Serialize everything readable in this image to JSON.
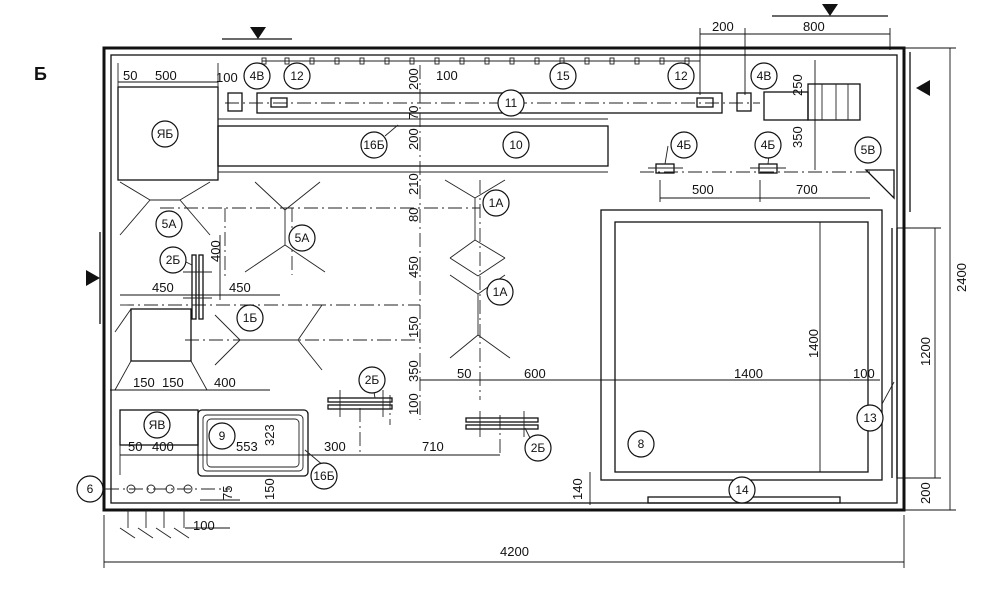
{
  "section_letter": "Б",
  "labels": {
    "yb": "ЯБ",
    "yv": "ЯВ",
    "n12a": "12",
    "n12b": "12",
    "n15": "15",
    "n11": "11",
    "n10": "10",
    "n16b_top": "16Б",
    "n16b_bot": "16Б",
    "n4v_a": "4В",
    "n4v_b": "4В",
    "n4b_a": "4Б",
    "n4b_b": "4Б",
    "n5v": "5В",
    "n5a_a": "5А",
    "n5a_b": "5А",
    "n1a_a": "1А",
    "n1a_b": "1А",
    "n1b": "1Б",
    "n2b_a": "2Б",
    "n2b_b": "2Б",
    "n2b_c": "2Б",
    "n9": "9",
    "n8": "8",
    "n13": "13",
    "n14": "14",
    "n6": "6"
  },
  "dims": {
    "d200_top": "200",
    "d800_top": "800",
    "d50_a": "50",
    "d500_a": "500",
    "d100_a": "100",
    "d200_v": "200",
    "d100_b": "100",
    "d70": "70",
    "d200_v2": "200",
    "d210": "210",
    "d80": "80",
    "d450_v": "450",
    "d150_v": "150",
    "d350_v": "350",
    "d100_v": "100",
    "d400_v": "400",
    "d450_l": "450",
    "d450_r": "450",
    "d150_a": "150",
    "d150_b": "150",
    "d400_b": "400",
    "d50_b": "50",
    "d400_c": "400",
    "d553": "553",
    "d323": "323",
    "d300": "300",
    "d710": "710",
    "d50_c": "50",
    "d600": "600",
    "d1400_h": "1400",
    "d100_c": "100",
    "d1400_v": "1400",
    "d250": "250",
    "d350_r": "350",
    "d500_r": "500",
    "d700_r": "700",
    "d2400": "2400",
    "d1200": "1200",
    "d200_r": "200",
    "d75": "75",
    "d150_c": "150",
    "d140": "140",
    "d100_d": "100",
    "d4200": "4200"
  }
}
